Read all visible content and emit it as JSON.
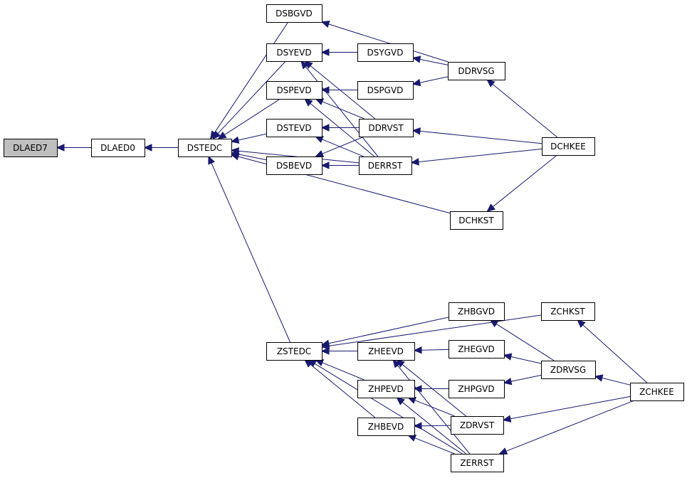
{
  "graph": {
    "style": {
      "node_fill": "#ffffff",
      "root_fill": "#bfbfbf",
      "node_border": "#000000",
      "edge_color": "#191970"
    },
    "nodes": [
      {
        "id": "DLAED7",
        "label": "DLAED7",
        "root": true
      },
      {
        "id": "DLAED0",
        "label": "DLAED0"
      },
      {
        "id": "DSTEDC",
        "label": "DSTEDC"
      },
      {
        "id": "DSBGVD",
        "label": "DSBGVD"
      },
      {
        "id": "DSYEVD",
        "label": "DSYEVD"
      },
      {
        "id": "DSPEVD",
        "label": "DSPEVD"
      },
      {
        "id": "DSTEVD",
        "label": "DSTEVD"
      },
      {
        "id": "DSBEVD",
        "label": "DSBEVD"
      },
      {
        "id": "DSYGVD",
        "label": "DSYGVD"
      },
      {
        "id": "DSPGVD",
        "label": "DSPGVD"
      },
      {
        "id": "DDRVST",
        "label": "DDRVST"
      },
      {
        "id": "DERRST",
        "label": "DERRST"
      },
      {
        "id": "DDRVSG",
        "label": "DDRVSG"
      },
      {
        "id": "DCHKEE",
        "label": "DCHKEE"
      },
      {
        "id": "DCHKST",
        "label": "DCHKST"
      },
      {
        "id": "ZSTEDC",
        "label": "ZSTEDC"
      },
      {
        "id": "ZHEEVD",
        "label": "ZHEEVD"
      },
      {
        "id": "ZHPEVD",
        "label": "ZHPEVD"
      },
      {
        "id": "ZHBEVD",
        "label": "ZHBEVD"
      },
      {
        "id": "ZHBGVD",
        "label": "ZHBGVD"
      },
      {
        "id": "ZHEGVD",
        "label": "ZHEGVD"
      },
      {
        "id": "ZHPGVD",
        "label": "ZHPGVD"
      },
      {
        "id": "ZDRVST",
        "label": "ZDRVST"
      },
      {
        "id": "ZERRST",
        "label": "ZERRST"
      },
      {
        "id": "ZCHKST",
        "label": "ZCHKST"
      },
      {
        "id": "ZDRVSG",
        "label": "ZDRVSG"
      },
      {
        "id": "ZCHKEE",
        "label": "ZCHKEE"
      }
    ],
    "edges": [
      {
        "from": "DLAED0",
        "to": "DLAED7"
      },
      {
        "from": "DSTEDC",
        "to": "DLAED0"
      },
      {
        "from": "DSBGVD",
        "to": "DSTEDC"
      },
      {
        "from": "DSYEVD",
        "to": "DSTEDC"
      },
      {
        "from": "DSPEVD",
        "to": "DSTEDC"
      },
      {
        "from": "DSTEVD",
        "to": "DSTEDC"
      },
      {
        "from": "DSBEVD",
        "to": "DSTEDC"
      },
      {
        "from": "DERRST",
        "to": "DSTEDC"
      },
      {
        "from": "DCHKST",
        "to": "DSTEDC"
      },
      {
        "from": "ZSTEDC",
        "to": "DSTEDC"
      },
      {
        "from": "DDRVSG",
        "to": "DSBGVD"
      },
      {
        "from": "DSYGVD",
        "to": "DSYEVD"
      },
      {
        "from": "DDRVST",
        "to": "DSYEVD"
      },
      {
        "from": "DERRST",
        "to": "DSYEVD"
      },
      {
        "from": "DSPGVD",
        "to": "DSPEVD"
      },
      {
        "from": "DDRVST",
        "to": "DSPEVD"
      },
      {
        "from": "DERRST",
        "to": "DSPEVD"
      },
      {
        "from": "DDRVST",
        "to": "DSTEVD"
      },
      {
        "from": "DERRST",
        "to": "DSTEVD"
      },
      {
        "from": "DDRVST",
        "to": "DSBEVD"
      },
      {
        "from": "DERRST",
        "to": "DSBEVD"
      },
      {
        "from": "DDRVSG",
        "to": "DSYGVD"
      },
      {
        "from": "DDRVSG",
        "to": "DSPGVD"
      },
      {
        "from": "DCHKEE",
        "to": "DDRVSG"
      },
      {
        "from": "DCHKEE",
        "to": "DDRVST"
      },
      {
        "from": "DCHKEE",
        "to": "DERRST"
      },
      {
        "from": "DCHKEE",
        "to": "DCHKST"
      },
      {
        "from": "ZHBGVD",
        "to": "ZSTEDC"
      },
      {
        "from": "ZCHKST",
        "to": "ZSTEDC"
      },
      {
        "from": "ZHEEVD",
        "to": "ZSTEDC"
      },
      {
        "from": "ZHPEVD",
        "to": "ZSTEDC"
      },
      {
        "from": "ZHBEVD",
        "to": "ZSTEDC"
      },
      {
        "from": "ZERRST",
        "to": "ZSTEDC"
      },
      {
        "from": "ZHEGVD",
        "to": "ZHEEVD"
      },
      {
        "from": "ZDRVST",
        "to": "ZHEEVD"
      },
      {
        "from": "ZERRST",
        "to": "ZHEEVD"
      },
      {
        "from": "ZHPGVD",
        "to": "ZHPEVD"
      },
      {
        "from": "ZDRVST",
        "to": "ZHPEVD"
      },
      {
        "from": "ZERRST",
        "to": "ZHPEVD"
      },
      {
        "from": "ZDRVST",
        "to": "ZHBEVD"
      },
      {
        "from": "ZERRST",
        "to": "ZHBEVD"
      },
      {
        "from": "ZDRVSG",
        "to": "ZHBGVD"
      },
      {
        "from": "ZDRVSG",
        "to": "ZHEGVD"
      },
      {
        "from": "ZDRVSG",
        "to": "ZHPGVD"
      },
      {
        "from": "ZCHKEE",
        "to": "ZCHKST"
      },
      {
        "from": "ZCHKEE",
        "to": "ZDRVSG"
      },
      {
        "from": "ZCHKEE",
        "to": "ZDRVST"
      },
      {
        "from": "ZCHKEE",
        "to": "ZERRST"
      }
    ]
  }
}
